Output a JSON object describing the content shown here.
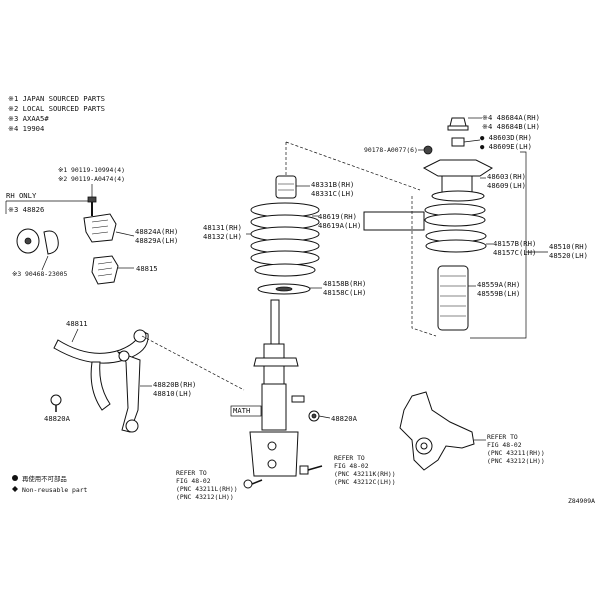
{
  "legend_top": [
    "※1 JAPAN SOURCED PARTS",
    "※2 LOCAL SOURCED PARTS",
    "※3 AXAA5#",
    "※4 19904"
  ],
  "legend_bottom": [
    {
      "symbol": "filled-dot",
      "text": "再使用不可部品"
    },
    {
      "symbol": "filled-diamond",
      "text": "Non-reusable part"
    }
  ],
  "parts": {
    "p48684": [
      "※4 48684A(RH)",
      "※4 48684B(LH)"
    ],
    "p48603": [
      "● 48603D(RH)",
      "● 48609E(LH)"
    ],
    "p90178": "90178-A0077(6)",
    "p48603b": [
      "48603(RH)",
      "48609(LH)"
    ],
    "p48331": [
      "48331B(RH)",
      "48331C(LH)"
    ],
    "p48619": [
      "48619(RH)",
      "48619A(LH)"
    ],
    "p48131": [
      "48131(RH)",
      "48132(LH)"
    ],
    "p48157": [
      "48157B(RH)",
      "48157C(LH)"
    ],
    "p48510": [
      "48510(RH)",
      "48520(LH)"
    ],
    "p48559": [
      "48559A(RH)",
      "48559B(LH)"
    ],
    "p48158": [
      "48158B(RH)",
      "48158C(LH)"
    ],
    "p90119a": [
      "※1 90119-10994(4)",
      "※2 90119-A0474(4)"
    ],
    "rh_only": "RH ONLY",
    "p48826": "※3 48826",
    "p48824": [
      "48824A(RH)",
      "48829A(LH)"
    ],
    "p48815": "48815",
    "p90468": "※3 90468-23005",
    "p48811": "48811",
    "p48820b": [
      "48820B(RH)",
      "48810(LH)"
    ],
    "p48820a_left": "48820A",
    "p48820a_right": "48820A",
    "ref_left": [
      "REFER  TO",
      "FIG  48-02",
      "(PNC  43211L(RH))",
      "(PNC  43212(LH))"
    ],
    "ref_mid": [
      "REFER  TO",
      "FIG  48-02",
      "(PNC  43211K(RH))",
      "(PNC  43212C(LH))"
    ],
    "ref_right": [
      "REFER  TO",
      "FIG  48-02",
      "(PNC  43211(RH))",
      "(PNC  43212(LH))"
    ],
    "math": "MATH",
    "figure_code": "Z84909A"
  }
}
